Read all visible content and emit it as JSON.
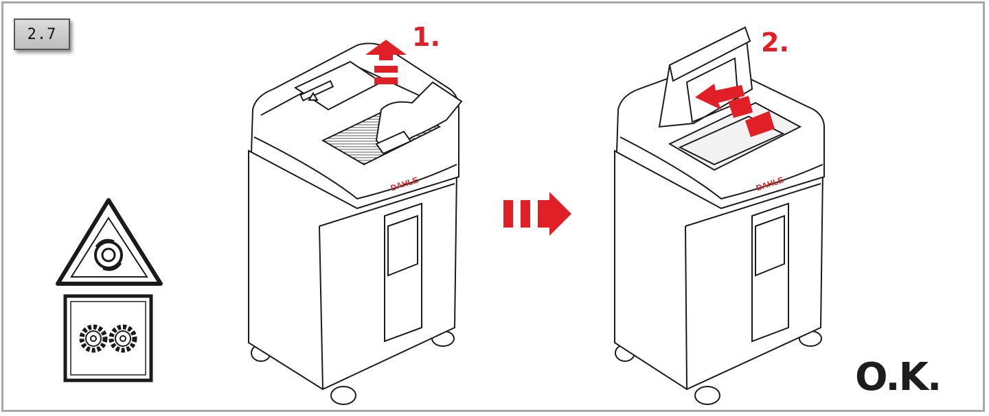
{
  "step": {
    "label": "2.7"
  },
  "instructions": {
    "step1": "1.",
    "step2": "2."
  },
  "result": {
    "label": "O.K."
  },
  "brand": {
    "logo_text": "DAHLE"
  },
  "icons": [
    "automatic-start-warning-icon",
    "gears-hazard-icon",
    "lift-up-arrow-icon",
    "transition-arrow-icon",
    "open-lid-arrow-icon"
  ],
  "colors": {
    "accent": "#e01f26",
    "outline": "#1a1a1a",
    "frame": "#a8a8a8"
  }
}
